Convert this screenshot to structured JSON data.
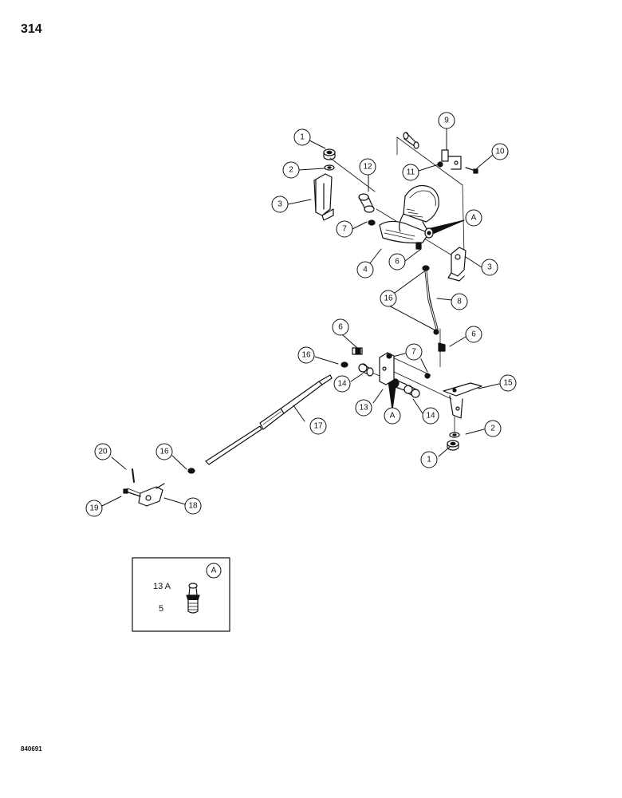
{
  "page": {
    "number": "314",
    "figure_code": "840691"
  },
  "callouts": {
    "c1a": "1",
    "c2a": "2",
    "c3a": "3",
    "c12": "12",
    "c9": "9",
    "c10": "10",
    "c11": "11",
    "cAa": "A",
    "c7a": "7",
    "c4": "4",
    "c6a": "6",
    "c3b": "3",
    "c16a": "16",
    "c8": "8",
    "c6b": "6",
    "c6c": "6",
    "c16b": "16",
    "c7b": "7",
    "c15": "15",
    "c14a": "14",
    "c13": "13",
    "cAb": "A",
    "c14b": "14",
    "c17": "17",
    "c2b": "2",
    "c1b": "1",
    "c20": "20",
    "c16c": "16",
    "c19": "19",
    "c18": "18"
  },
  "inset": {
    "marker": "A",
    "part_label": "13 A",
    "quantity": "5"
  }
}
